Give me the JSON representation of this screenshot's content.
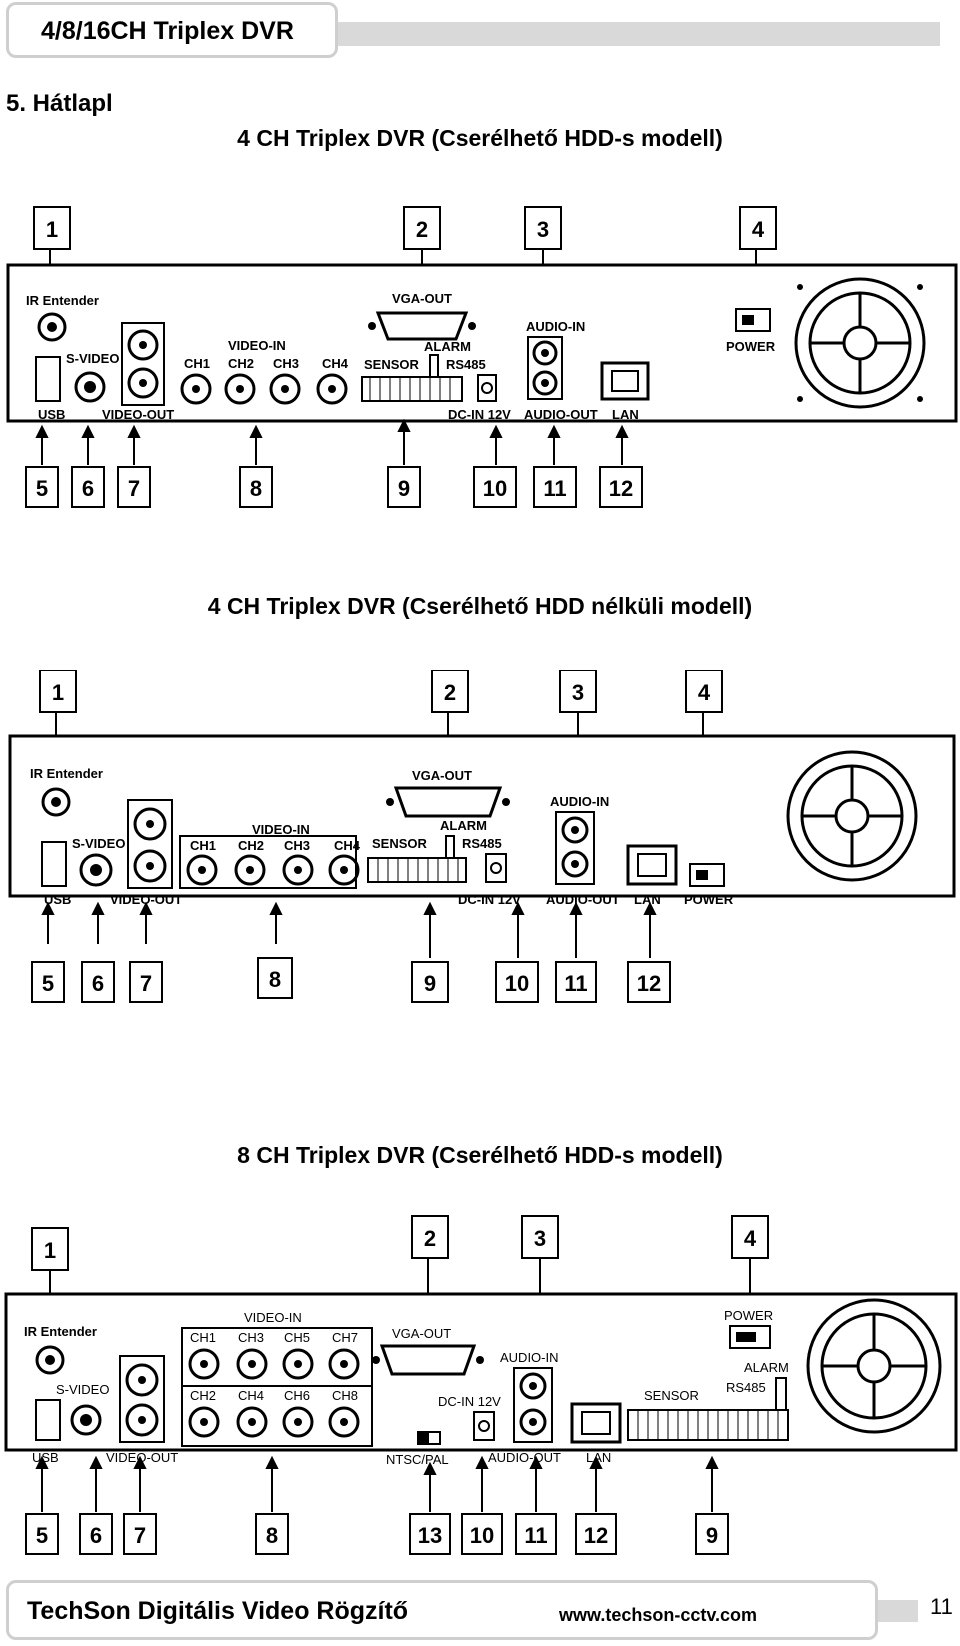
{
  "header": {
    "title": "4/8/16CH Triplex DVR"
  },
  "section": {
    "title": "5.  Hátlapl"
  },
  "diagrams": [
    {
      "title": "4 CH Triplex DVR (Cserélhető HDD-s modell)",
      "labels": {
        "ir": "IR Entender",
        "vga": "VGA-OUT",
        "audio_in": "AUDIO-IN",
        "power": "POWER",
        "s_video": "S-VIDEO",
        "video_in": "VIDEO-IN",
        "ch1": "CH1",
        "ch2": "CH2",
        "ch3": "CH3",
        "ch4": "CH4",
        "sensor": "SENSOR",
        "alarm": "ALARM",
        "rs485": "RS485",
        "usb": "USB",
        "video_out": "VIDEO-OUT",
        "dc_in": "DC-IN 12V",
        "audio_out": "AUDIO-OUT",
        "lan": "LAN"
      },
      "top_numbers": [
        "1",
        "2",
        "3",
        "4"
      ],
      "bottom_numbers": [
        "5",
        "6",
        "7",
        "8",
        "9",
        "10",
        "11",
        "12"
      ]
    },
    {
      "title": "4 CH Triplex DVR (Cserélhető HDD nélküli modell)",
      "labels": {
        "ir": "IR Entender",
        "vga": "VGA-OUT",
        "audio_in": "AUDIO-IN",
        "power": "POWER",
        "s_video": "S-VIDEO",
        "video_in": "VIDEO-IN",
        "ch1": "CH1",
        "ch2": "CH2",
        "ch3": "CH3",
        "ch4": "CH4",
        "sensor": "SENSOR",
        "alarm": "ALARM",
        "rs485": "RS485",
        "usb": "USB",
        "video_out": "VIDEO-OUT",
        "dc_in": "DC-IN 12V",
        "audio_out": "AUDIO-OUT",
        "lan": "LAN"
      },
      "top_numbers": [
        "1",
        "2",
        "3",
        "4"
      ],
      "bottom_numbers": [
        "5",
        "6",
        "7",
        "8",
        "9",
        "10",
        "11",
        "12"
      ]
    },
    {
      "title": "8 CH Triplex DVR (Cserélhető HDD-s modell)",
      "labels": {
        "ir": "IR Entender",
        "vga": "VGA-OUT",
        "audio_in": "AUDIO-IN",
        "power": "POWER",
        "s_video": "S-VIDEO",
        "video_in": "VIDEO-IN",
        "ch1": "CH1",
        "ch2": "CH2",
        "ch3": "CH3",
        "ch4": "CH4",
        "ch5": "CH5",
        "ch6": "CH6",
        "ch7": "CH7",
        "ch8": "CH8",
        "sensor": "SENSOR",
        "alarm": "ALARM",
        "rs485": "RS485",
        "usb": "USB",
        "video_out": "VIDEO-OUT",
        "dc_in": "DC-IN 12V",
        "audio_out": "AUDIO-OUT",
        "lan": "LAN",
        "ntsc": "NTSC/PAL"
      },
      "top_numbers": [
        "1",
        "2",
        "3",
        "4"
      ],
      "bottom_numbers": [
        "5",
        "6",
        "7",
        "8",
        "13",
        "10",
        "11",
        "12",
        "9"
      ]
    }
  ],
  "footer": {
    "brand": "TechSon Digitális Video Rögzítő",
    "url": "www.techson-cctv.com",
    "page": "11"
  }
}
